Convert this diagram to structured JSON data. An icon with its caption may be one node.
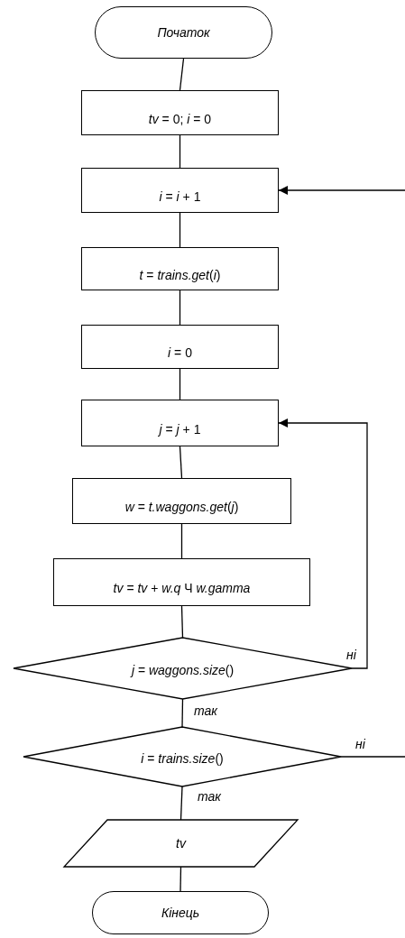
{
  "diagram": {
    "nodes": [
      {
        "text": [
          "Початок"
        ]
      },
      {
        "text": [
          "*tv* = 0; *i* = 0"
        ]
      },
      {
        "text": [
          "*i* = *i* + 1"
        ]
      },
      {
        "text": [
          "*t* = *trains.get*(*i*)"
        ]
      },
      {
        "text": [
          "*i* = 0"
        ]
      },
      {
        "text": [
          "*j* = *j* + 1"
        ]
      },
      {
        "text": [
          "*w* = *t.waggons.get*(*j*)"
        ]
      },
      {
        "text": [
          "*tv* = *tv* + *w.q* Ч *w.gamma*"
        ]
      },
      {
        "text": [
          "*j* = *waggons.size*()"
        ]
      },
      {
        "text": [
          "*i* = *trains.size*()"
        ]
      },
      {
        "text": [
          "tv"
        ]
      },
      {
        "text": [
          "Кінець"
        ]
      }
    ],
    "edges": [
      {
        "from": 0,
        "to": 1,
        "arrow": "none"
      },
      {
        "from": 1,
        "to": 2,
        "arrow": "none"
      },
      {
        "from": 2,
        "to": 3,
        "arrow": "none"
      },
      {
        "from": 3,
        "to": 4,
        "arrow": "none"
      },
      {
        "from": 4,
        "to": 5,
        "arrow": "none"
      },
      {
        "from": 5,
        "to": 6,
        "arrow": "none"
      },
      {
        "from": 6,
        "to": 7,
        "arrow": "none"
      },
      {
        "from": 7,
        "to": 8,
        "arrow": "none"
      },
      {
        "from": 8,
        "to": 5,
        "arrow": "to",
        "label": "ні"
      },
      {
        "from": 8,
        "to": 9,
        "arrow": "none",
        "label": "так"
      },
      {
        "from": 9,
        "to": null,
        "arrow": "none",
        "label": "ні"
      },
      {
        "from": null,
        "to": 2,
        "arrow": "to"
      },
      {
        "from": 9,
        "to": 10,
        "arrow": "none",
        "label": "так"
      },
      {
        "from": 10,
        "to": 11,
        "arrow": "none"
      }
    ]
  }
}
